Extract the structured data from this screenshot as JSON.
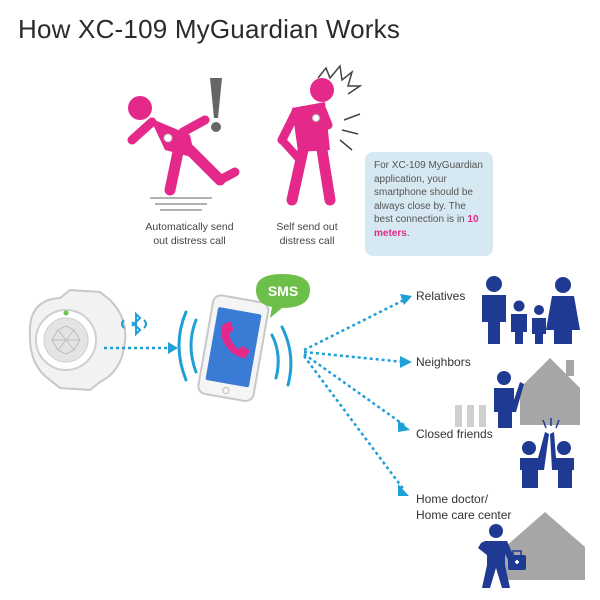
{
  "title": "How XC-109 MyGuardian Works",
  "captions": {
    "auto": [
      "Automatically send",
      "out distress call"
    ],
    "self": [
      "Self send out",
      "distress call"
    ]
  },
  "info": {
    "text": "For XC-109 MyGuardian application, your smartphone should be always close by. The best connection is in ",
    "highlight": "10 meters",
    "end": "."
  },
  "phone": {
    "badge": "SMS"
  },
  "contacts": [
    {
      "label": "Relatives"
    },
    {
      "label": "Neighbors"
    },
    {
      "label": "Closed friends"
    },
    {
      "label_line1": "Home doctor/",
      "label_line2": "Home care center"
    }
  ],
  "colors": {
    "magenta": "#e5298a",
    "navy": "#1f3a93",
    "cyan": "#1e9fd6",
    "green": "#6cc04a",
    "gray": "#a6a6a6",
    "phone_blue": "#3a7bd5"
  },
  "icons": [
    "falling-person-icon",
    "exclamation-icon",
    "hurt-person-icon",
    "pain-burst-icon",
    "device-icon",
    "bluetooth-icon",
    "smartphone-icon",
    "sms-bubble-icon",
    "family-icon",
    "house-icon",
    "neighbor-icon",
    "fence-icon",
    "high-five-icon",
    "doctor-icon",
    "medical-bag-icon"
  ]
}
